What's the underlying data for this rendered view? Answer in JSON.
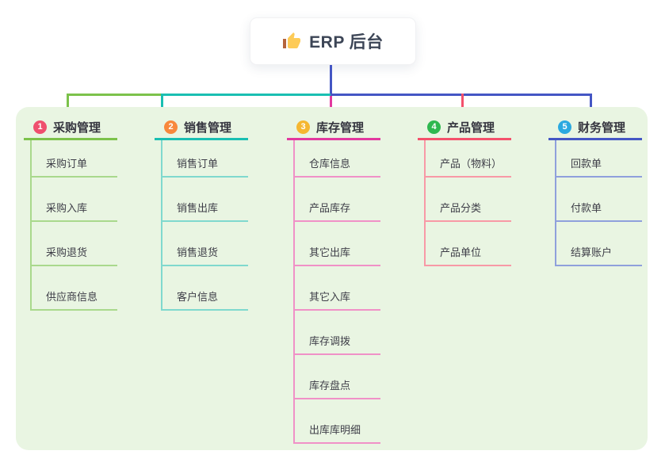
{
  "root": {
    "title": "ERP 后台",
    "icon": "thumbs-up-icon"
  },
  "colors": {
    "indigo": "#4456c4",
    "green": "#7cc24b",
    "teal": "#1abfb2",
    "magenta": "#e2399f",
    "red": "#f4516c",
    "panel_bg": "#e9f5e2",
    "icon_hand": "#fdcb58",
    "icon_cuff": "#b5643c"
  },
  "branches": [
    {
      "badge": "1",
      "title": "采购管理",
      "badge_color": "#ef4f6e",
      "line_color": "#7cc24b",
      "item_line_color": "#a9d98c",
      "items": [
        "采购订单",
        "采购入库",
        "采购退货",
        "供应商信息"
      ]
    },
    {
      "badge": "2",
      "title": "销售管理",
      "badge_color": "#f8883c",
      "line_color": "#1abfb2",
      "item_line_color": "#7fd9ce",
      "items": [
        "销售订单",
        "销售出库",
        "销售退货",
        "客户信息"
      ]
    },
    {
      "badge": "3",
      "title": "库存管理",
      "badge_color": "#f5b731",
      "line_color": "#e2399f",
      "item_line_color": "#f091c7",
      "items": [
        "仓库信息",
        "产品库存",
        "其它出库",
        "其它入库",
        "库存调拨",
        "库存盘点",
        "出库库明细"
      ]
    },
    {
      "badge": "4",
      "title": "产品管理",
      "badge_color": "#2fb84f",
      "line_color": "#f4516c",
      "item_line_color": "#f899a6",
      "items": [
        "产品（物料）",
        "产品分类",
        "产品单位"
      ]
    },
    {
      "badge": "5",
      "title": "财务管理",
      "badge_color": "#2ba9e0",
      "line_color": "#4456c4",
      "item_line_color": "#8fa0dc",
      "items": [
        "回款单",
        "付款单",
        "结算账户"
      ]
    }
  ]
}
